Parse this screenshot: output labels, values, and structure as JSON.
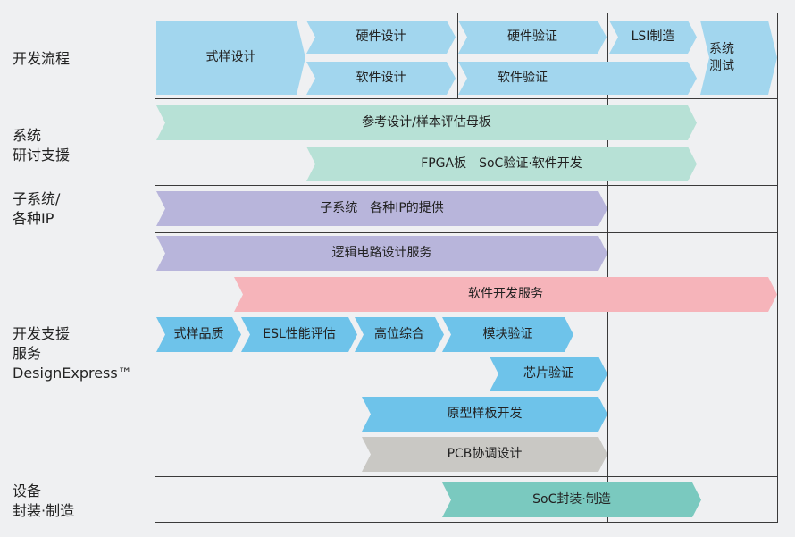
{
  "row_labels": {
    "dev_flow": "开发流程",
    "system_support": "系统\n研讨支援",
    "subsystem_ip": "子系统/\n各种IP",
    "dev_support": "开发支援\n服务\nDesignExpress™",
    "device_packaging": "设备\n封装·制造"
  },
  "phases": {
    "prototype_design": "式样设计",
    "hardware_design": "硬件设计",
    "hardware_verification": "硬件验证",
    "lsi_manufacturing": "LSI制造",
    "system_test": "系统\n测试",
    "software_design": "软件设计",
    "software_verification": "软件验证"
  },
  "services": {
    "reference_board": "参考设计/样本评估母板",
    "fpga_board": "FPGA板　SoC验证·软件开发",
    "subsystem_ip": "子系统　各种IP的提供",
    "logic_design_service": "逻辑电路设计服务",
    "software_dev_service": "软件开发服务",
    "spec_quality": "式样品质",
    "esl_evaluation": "ESL性能评估",
    "high_level_synthesis": "高位综合",
    "module_verification": "模块验证",
    "chip_verification": "芯片验证",
    "prototype_board_dev": "原型样板开发",
    "pcb_design": "PCB协调设计",
    "soc_packaging": "SoC封装·制造"
  },
  "colors": {
    "flow": "#a2d6ee",
    "system_support": "#b7e1d6",
    "subsystem": "#b8b5db",
    "software_service": "#f6b4ba",
    "dev_support": "#6ec3ea",
    "pcb": "#c9c8c4",
    "packaging": "#7ac9bf",
    "grid_line": "#3a3a3a",
    "background": "#eff0f2"
  }
}
